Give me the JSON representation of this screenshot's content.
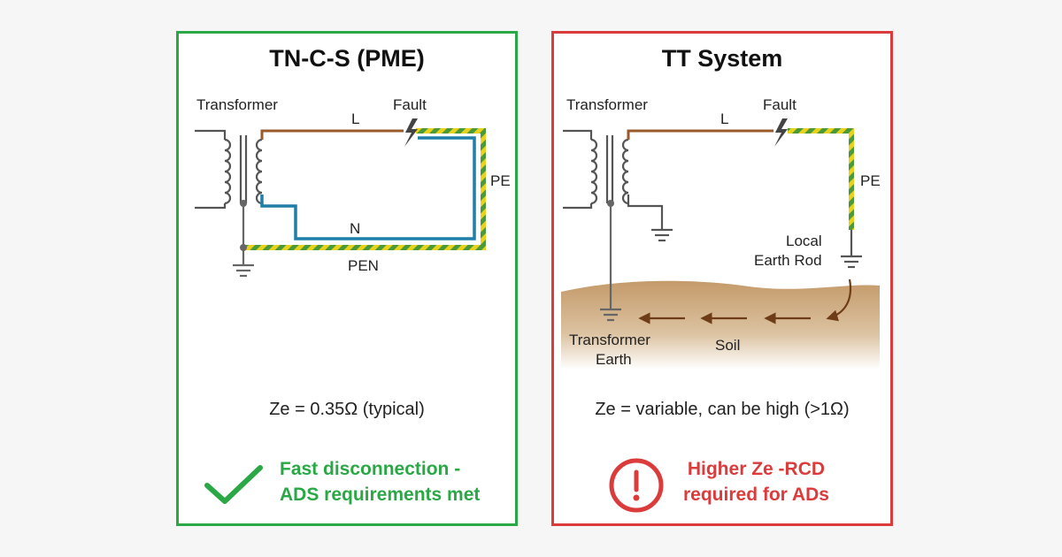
{
  "panels": {
    "left": {
      "title": "TN-C-S (PME)",
      "labels": {
        "transformer": "Transformer",
        "fault": "Fault",
        "line": "L",
        "neutral": "N",
        "pe": "PE",
        "pen": "PEN"
      },
      "ze_text": "Ze = 0.35Ω (typical)",
      "verdict": {
        "icon": "check-icon",
        "line1": "Fast disconnection -",
        "line2": "ADS requirements met",
        "color": "#2aa845"
      },
      "border_color": "#2aa845"
    },
    "right": {
      "title": "TT System",
      "labels": {
        "transformer": "Transformer",
        "fault": "Fault",
        "line": "L",
        "pe": "PE",
        "local_rod_1": "Local",
        "local_rod_2": "Earth Rod",
        "transformer_earth_1": "Transformer",
        "transformer_earth_2": "Earth",
        "soil": "Soil"
      },
      "ze_text": "Ze = variable, can be high (>1Ω)",
      "verdict": {
        "icon": "exclamation-circle-icon",
        "line1": "Higher Ze -RCD",
        "line2": "required for ADs",
        "color": "#dc3b3b"
      },
      "border_color": "#dc3b3b"
    }
  },
  "colors": {
    "line_brown": "#9a5a2a",
    "neutral_blue": "#1f7fa8",
    "earth_green": "#4a9a3a",
    "earth_yellow": "#e8d21e",
    "soil": "#c9a173"
  }
}
